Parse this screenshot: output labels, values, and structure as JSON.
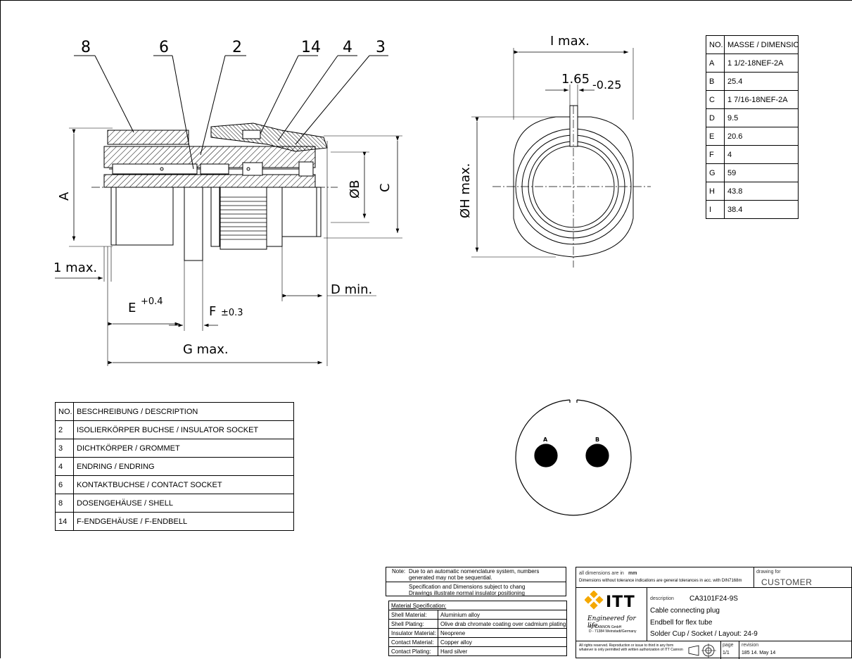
{
  "drawing": {
    "balloons": [
      "8",
      "6",
      "2",
      "14",
      "4",
      "3"
    ],
    "dim_labels": {
      "A": "A",
      "B": "ØB",
      "C": "C",
      "D": "D  min.",
      "E": "E",
      "E_tol": "+0.4",
      "F": "F",
      "F_tol": "±0.3",
      "G": "G  max.",
      "one_max": "1  max.",
      "I": "I  max.",
      "H": "ØH  max.",
      "key_w": "1.65",
      "key_tol": "-0.25"
    },
    "contacts": [
      "A",
      "B"
    ]
  },
  "dimension_table": {
    "headers": [
      "NO.",
      "MASSE / DIMENSION"
    ],
    "rows": [
      [
        "A",
        "1 1/2-18NEF-2A"
      ],
      [
        "B",
        "25.4"
      ],
      [
        "C",
        "1 7/16-18NEF-2A"
      ],
      [
        "D",
        "9.5"
      ],
      [
        "E",
        "20.6"
      ],
      [
        "F",
        "4"
      ],
      [
        "G",
        "59"
      ],
      [
        "H",
        "43.8"
      ],
      [
        "I",
        "38.4"
      ]
    ]
  },
  "parts_table": {
    "headers": [
      "NO.",
      "BESCHREIBUNG / DESCRIPTION"
    ],
    "rows": [
      [
        "2",
        "ISOLIERKÖRPER BUCHSE / INSULATOR SOCKET"
      ],
      [
        "3",
        "DICHTKÖRPER / GROMMET"
      ],
      [
        "4",
        "ENDRING / ENDRING"
      ],
      [
        "6",
        "KONTAKTBUCHSE / CONTACT SOCKET"
      ],
      [
        "8",
        "DOSENGEHÄUSE / SHELL"
      ],
      [
        "14",
        "F-ENDGEHÄUSE / F-ENDBELL"
      ]
    ]
  },
  "notes": {
    "note_label": "Note:",
    "note1": "Due to an automatic nomenclature system, numbers generated may not be sequential.",
    "note2": "Specification and Dimensions subject to chang Drawings illustrate normal insulator positioning"
  },
  "material": {
    "title": "Material Specification:",
    "rows": [
      [
        "Shell Material:",
        "Aluminium alloy"
      ],
      [
        "Shell Plating:",
        "Olive drab chromate coating over cadmium plating"
      ],
      [
        "Insulator Material:",
        "Neoprene"
      ],
      [
        "Contact Material:",
        "Copper alloy"
      ],
      [
        "Contact Plating:",
        "Hard silver"
      ]
    ]
  },
  "title_block": {
    "units_label": "all dimensions are in",
    "units_value": "mm",
    "tolerance": "Dimensions without tolerance indications are general tolerances in acc. with DIN7168m",
    "drawing_for_label": "drawing for",
    "drawing_for": "CUSTOMER",
    "brand": "ITT",
    "tagline": "Engineered for life",
    "company1": "ITT CANNON GmbH",
    "company2": "D - 71384 Weinstadt/Germany",
    "description_label": "description",
    "part_number": "CA3101F24-9S",
    "desc1": "Cable connecting plug",
    "desc2": "Endbell for flex tube",
    "desc3": "Solder Cup / Socket / Layout: 24-9",
    "rights": "All rights reserved. Reproduction or issue to third in any form whatever is only permitted with written authorization of ITT Cannon",
    "page_label": "page",
    "page": "1/1",
    "revision_label": "revision",
    "revision": "185 14. May 14"
  },
  "colors": {
    "line": "#000000",
    "brand": "#f5a800"
  }
}
